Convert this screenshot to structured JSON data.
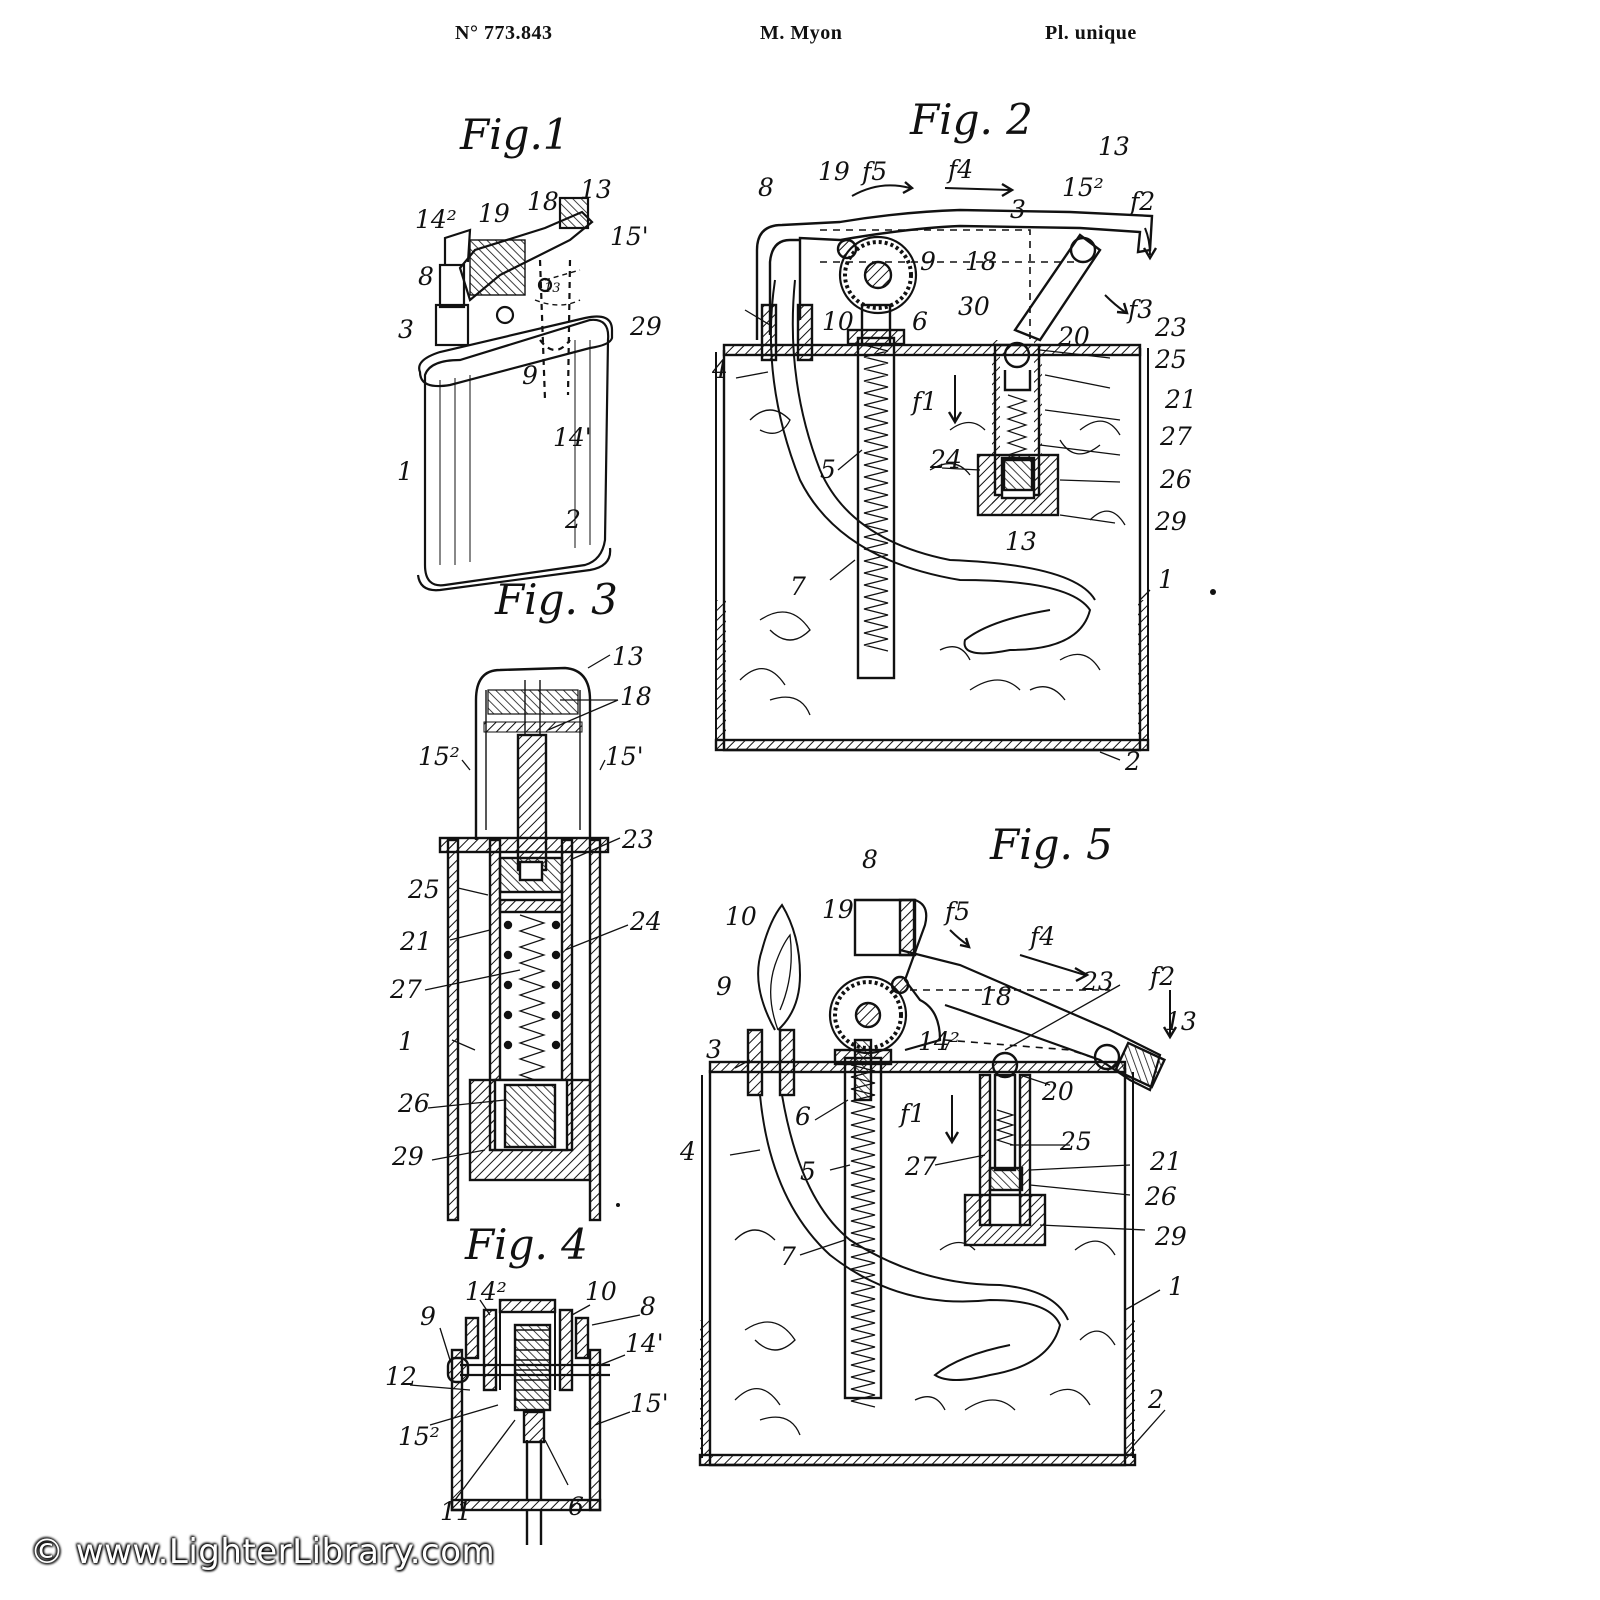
{
  "header": {
    "patent_number": "N° 773.843",
    "inventor": "M. Myon",
    "plate": "Pl. unique"
  },
  "figures": {
    "fig1": "Fig.1",
    "fig2": "Fig. 2",
    "fig3": "Fig. 3",
    "fig4": "Fig. 4",
    "fig5": "Fig. 5"
  },
  "labels": {
    "fig1": [
      "14²",
      "19",
      "18",
      "13",
      "15'",
      "8",
      "3",
      "29",
      "9",
      "14'",
      "1",
      "2",
      "13"
    ],
    "fig2": [
      "8",
      "19",
      "f5",
      "f4",
      "13",
      "15²",
      "f2",
      "3",
      "9",
      "18",
      "f3",
      "10",
      "6",
      "30",
      "20",
      "23",
      "25",
      "4",
      "f1",
      "21",
      "27",
      "24",
      "26",
      "5",
      "29",
      "13",
      "7",
      "1",
      "2"
    ],
    "fig3": [
      "13",
      "18",
      "15²",
      "15'",
      "23",
      "25",
      "24",
      "21",
      "27",
      "1",
      "26",
      "29"
    ],
    "fig4": [
      "10",
      "14²",
      "8",
      "9",
      "14'",
      "12",
      "15'",
      "15²",
      "11",
      "6"
    ],
    "fig5": [
      "8",
      "f5",
      "19",
      "f4",
      "10",
      "23",
      "f2",
      "9",
      "18",
      "13",
      "3",
      "14²",
      "20",
      "6",
      "f1",
      "4",
      "25",
      "5",
      "21",
      "27",
      "26",
      "29",
      "7",
      "1",
      "2"
    ]
  },
  "watermark": "© www.LighterLibrary.com"
}
